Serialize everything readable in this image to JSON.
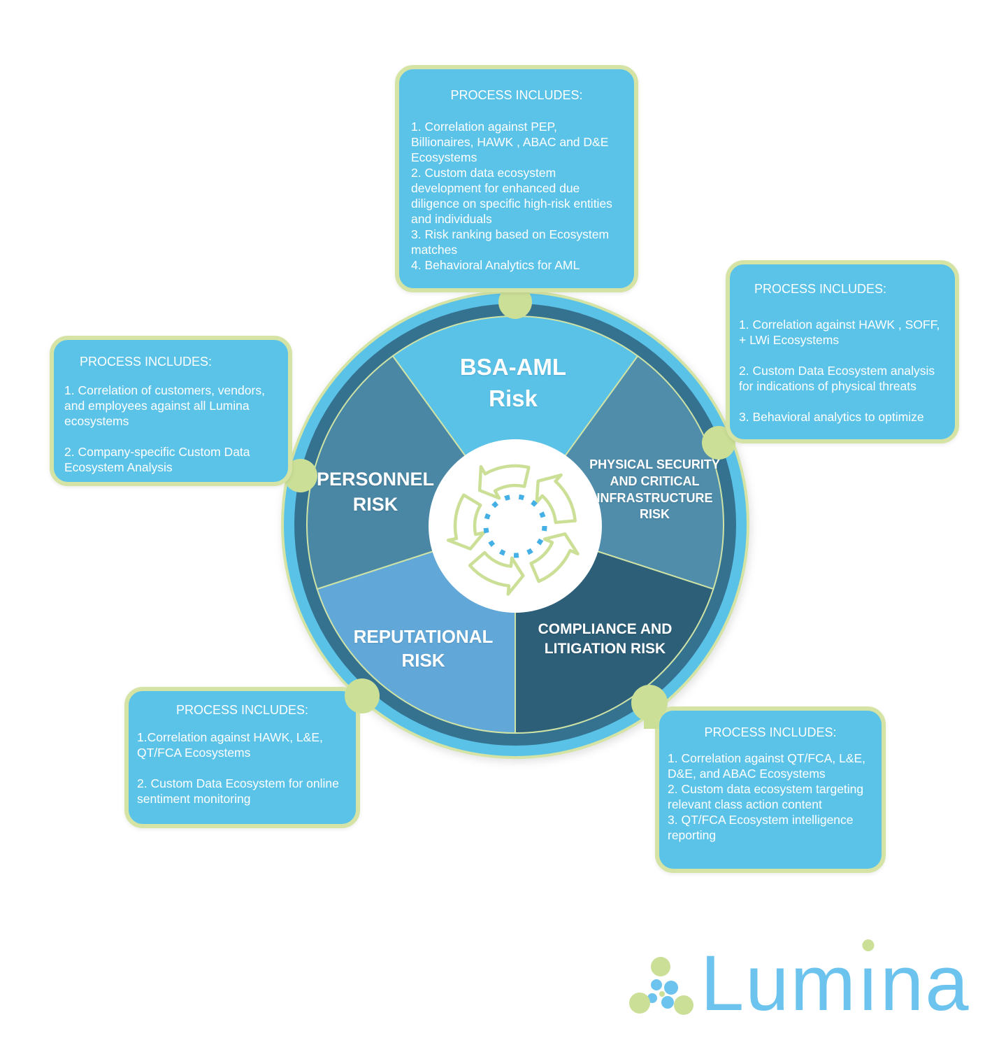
{
  "colors": {
    "box_blue": "#5bc3e8",
    "green_border": "#d5e4a5",
    "green_accent": "#cbdf97",
    "green_line": "#cfe3a6",
    "seg_bsa": "#5bc2e7",
    "seg_physical": "#4f8dab",
    "seg_compliance": "#2d5f78",
    "seg_reputational": "#61a8d8",
    "seg_personnel": "#4a87a4",
    "rim": "#357290",
    "outer_ring": "#5bc2e7",
    "hub_dotted_blue": "#45b0e5",
    "logo_blue": "#6cc3ed"
  },
  "wheel": {
    "center_icon": "cycle-arrows-icon",
    "segments": [
      {
        "id": "bsa-aml",
        "lines": [
          "BSA-AML",
          "Risk"
        ]
      },
      {
        "id": "physical-security",
        "lines": [
          "PHYSICAL SECURITY",
          "AND CRITICAL",
          "INFRASTRUCTURE",
          "RISK"
        ]
      },
      {
        "id": "compliance-litigation",
        "lines": [
          "COMPLIANCE AND",
          "LITIGATION RISK"
        ]
      },
      {
        "id": "reputational",
        "lines": [
          "REPUTATIONAL",
          "RISK"
        ]
      },
      {
        "id": "personnel",
        "lines": [
          "PERSONNEL",
          "RISK"
        ]
      }
    ]
  },
  "callouts": {
    "top": {
      "heading": "PROCESS INCLUDES:",
      "items": [
        "1. Correlation against PEP, Billionaires, HAWK , ABAC and D&E Ecosystems",
        "2. Custom data ecosystem development for enhanced due diligence on specific high-risk entities and individuals",
        "3. Risk ranking based on Ecosystem matches",
        "4. Behavioral Analytics for AML"
      ]
    },
    "right": {
      "heading": "PROCESS INCLUDES:",
      "items": [
        "1. Correlation against HAWK , SOFF, + LWi Ecosystems",
        "2. Custom Data Ecosystem analysis for indications of physical threats",
        "3. Behavioral analytics to optimize"
      ]
    },
    "left": {
      "heading": "PROCESS INCLUDES:",
      "items": [
        "1. Correlation of customers, vendors, and employees against all Lumina ecosystems",
        "2. Company-specific Custom Data Ecosystem Analysis"
      ]
    },
    "bottom_left": {
      "heading": "PROCESS INCLUDES:",
      "items": [
        "1.Correlation against HAWK, L&E, QT/FCA Ecosystems",
        "2. Custom Data Ecosystem for online sentiment monitoring"
      ]
    },
    "bottom_right": {
      "heading": "PROCESS INCLUDES:",
      "items": [
        "1. Correlation against QT/FCA, L&E, D&E, and ABAC Ecosystems",
        "2. Custom data ecosystem targeting relevant class action content",
        "3. QT/FCA Ecosystem intelligence reporting"
      ]
    }
  },
  "logo": {
    "name": "Lumina",
    "wordmark_parts": [
      "Lum",
      "ı",
      "na"
    ]
  }
}
